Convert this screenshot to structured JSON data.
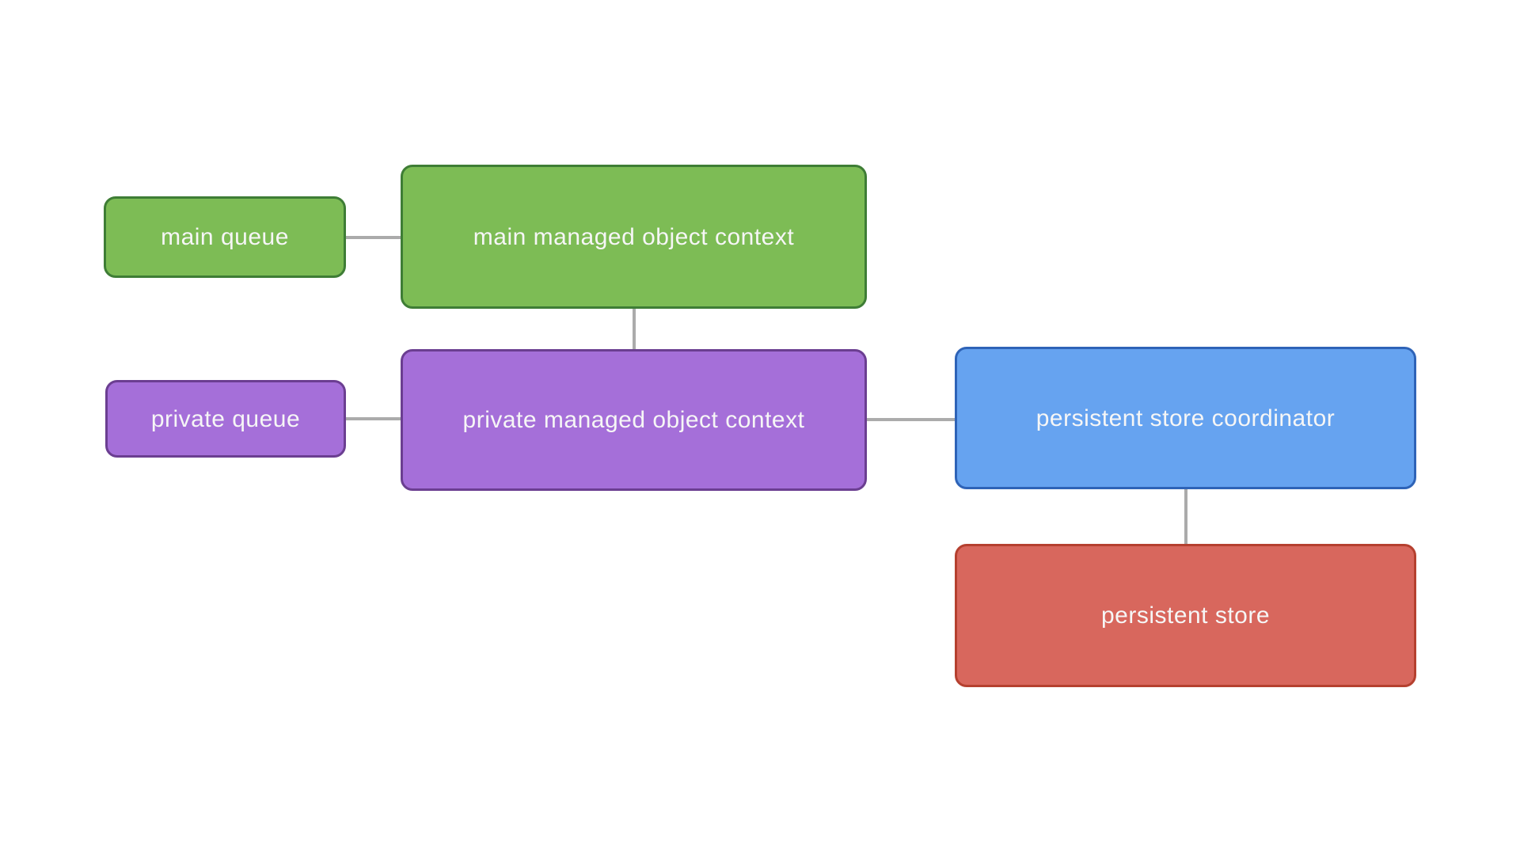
{
  "diagram": {
    "background": "#ffffff",
    "connector_color": "#ababab",
    "text_color": "#f6f6f6",
    "nodes": [
      {
        "id": "main-queue",
        "label": "main queue",
        "fill": "#7dbc55",
        "border": "#3e7d35"
      },
      {
        "id": "main-managed-object-context",
        "label": "main managed object context",
        "fill": "#7dbc55",
        "border": "#3e7d35"
      },
      {
        "id": "private-queue",
        "label": "private queue",
        "fill": "#a56fd9",
        "border": "#6b3e91"
      },
      {
        "id": "private-managed-object-context",
        "label": "private managed object context",
        "fill": "#a56fd9",
        "border": "#6b3e91"
      },
      {
        "id": "persistent-store-coordinator",
        "label": "persistent store coordinator",
        "fill": "#66a3f0",
        "border": "#2e63b7"
      },
      {
        "id": "persistent-store",
        "label": "persistent store",
        "fill": "#d8675d",
        "border": "#b5402f"
      }
    ],
    "edges": [
      {
        "from": "main-queue",
        "to": "main-managed-object-context"
      },
      {
        "from": "main-managed-object-context",
        "to": "private-managed-object-context"
      },
      {
        "from": "private-queue",
        "to": "private-managed-object-context"
      },
      {
        "from": "private-managed-object-context",
        "to": "persistent-store-coordinator"
      },
      {
        "from": "persistent-store-coordinator",
        "to": "persistent-store"
      }
    ]
  }
}
